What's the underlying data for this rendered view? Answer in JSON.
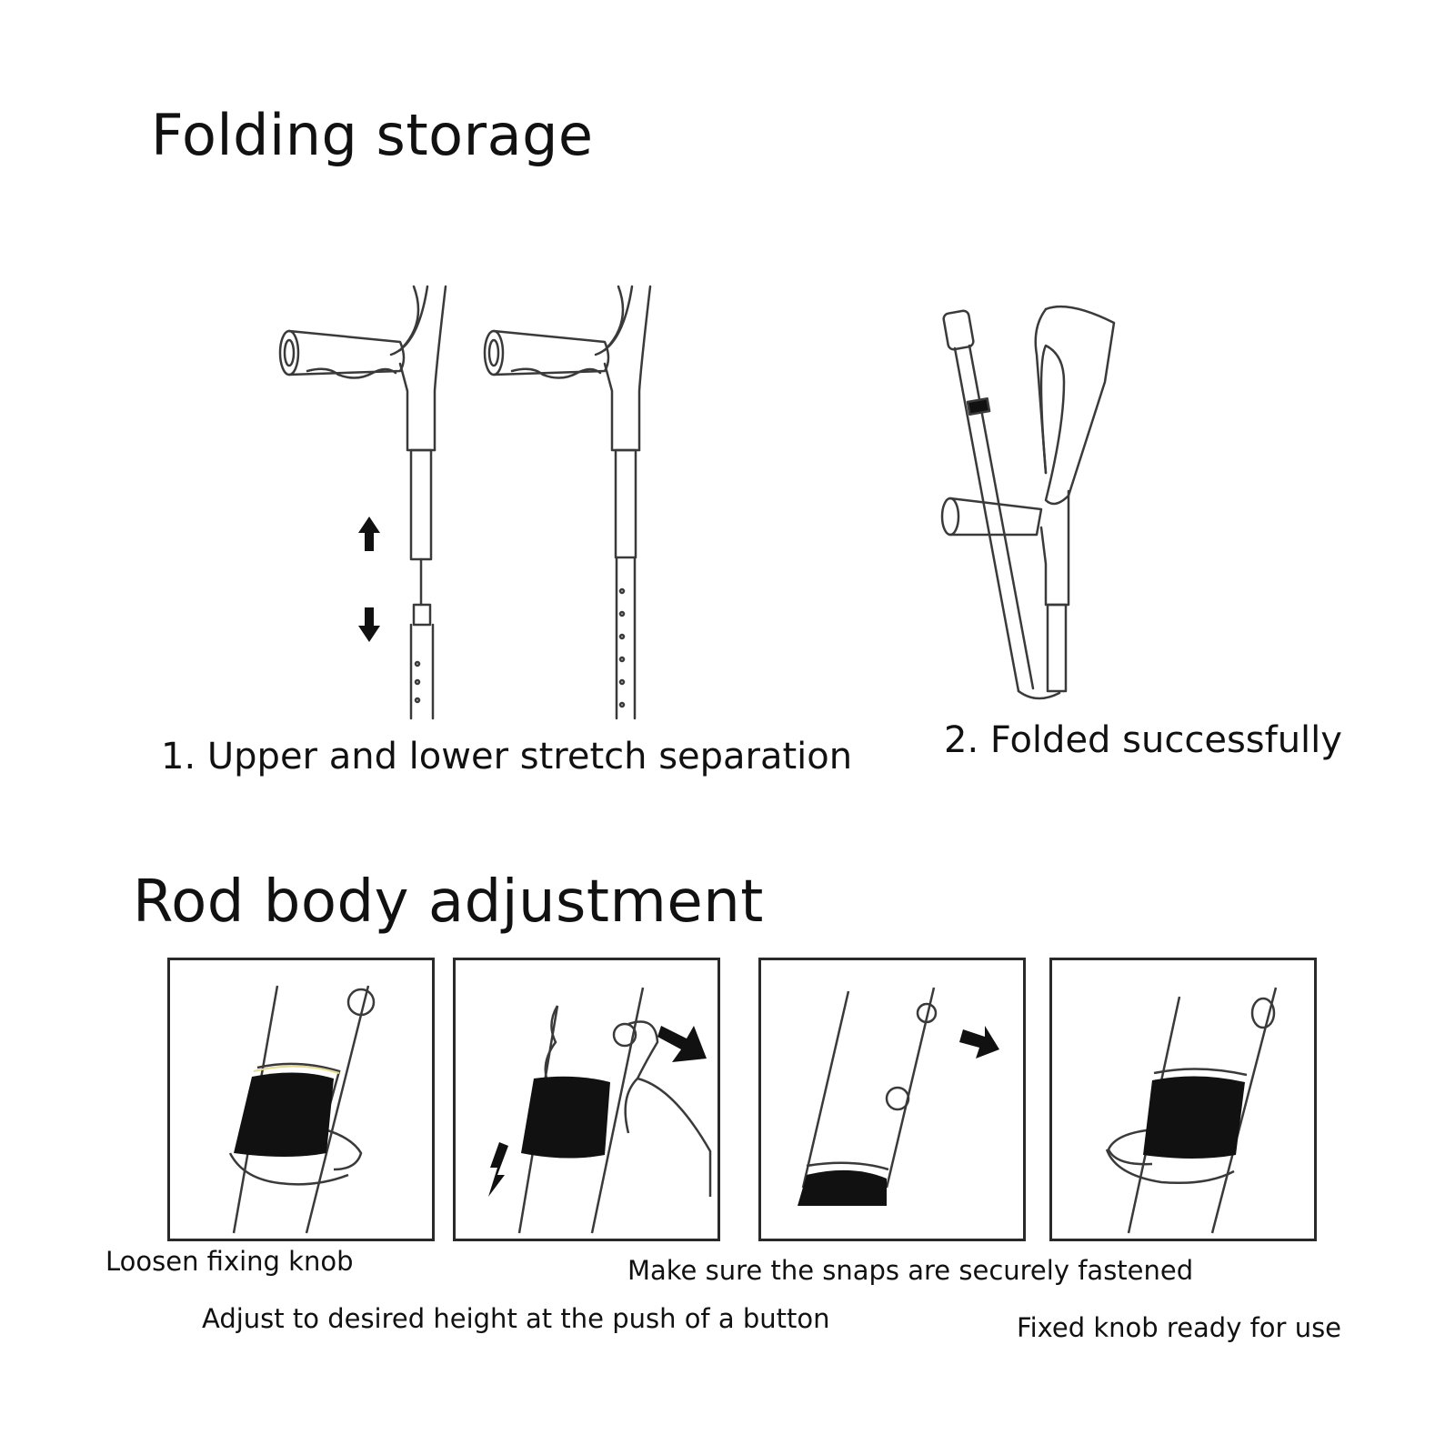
{
  "sections": {
    "folding": {
      "title": "Folding storage",
      "captions": {
        "separation": "1. Upper and lower stretch separation",
        "folded": "2. Folded successfully"
      }
    },
    "rod": {
      "title": "Rod body adjustment",
      "steps": [
        "Loosen fixing knob",
        "Adjust to desired height at the push of a button",
        "Make sure the snaps are securely fastened",
        "Fixed knob ready for use"
      ]
    }
  },
  "colors": {
    "line": "#3a3a3a",
    "fill": "#111111",
    "accent": "#e8d890"
  }
}
